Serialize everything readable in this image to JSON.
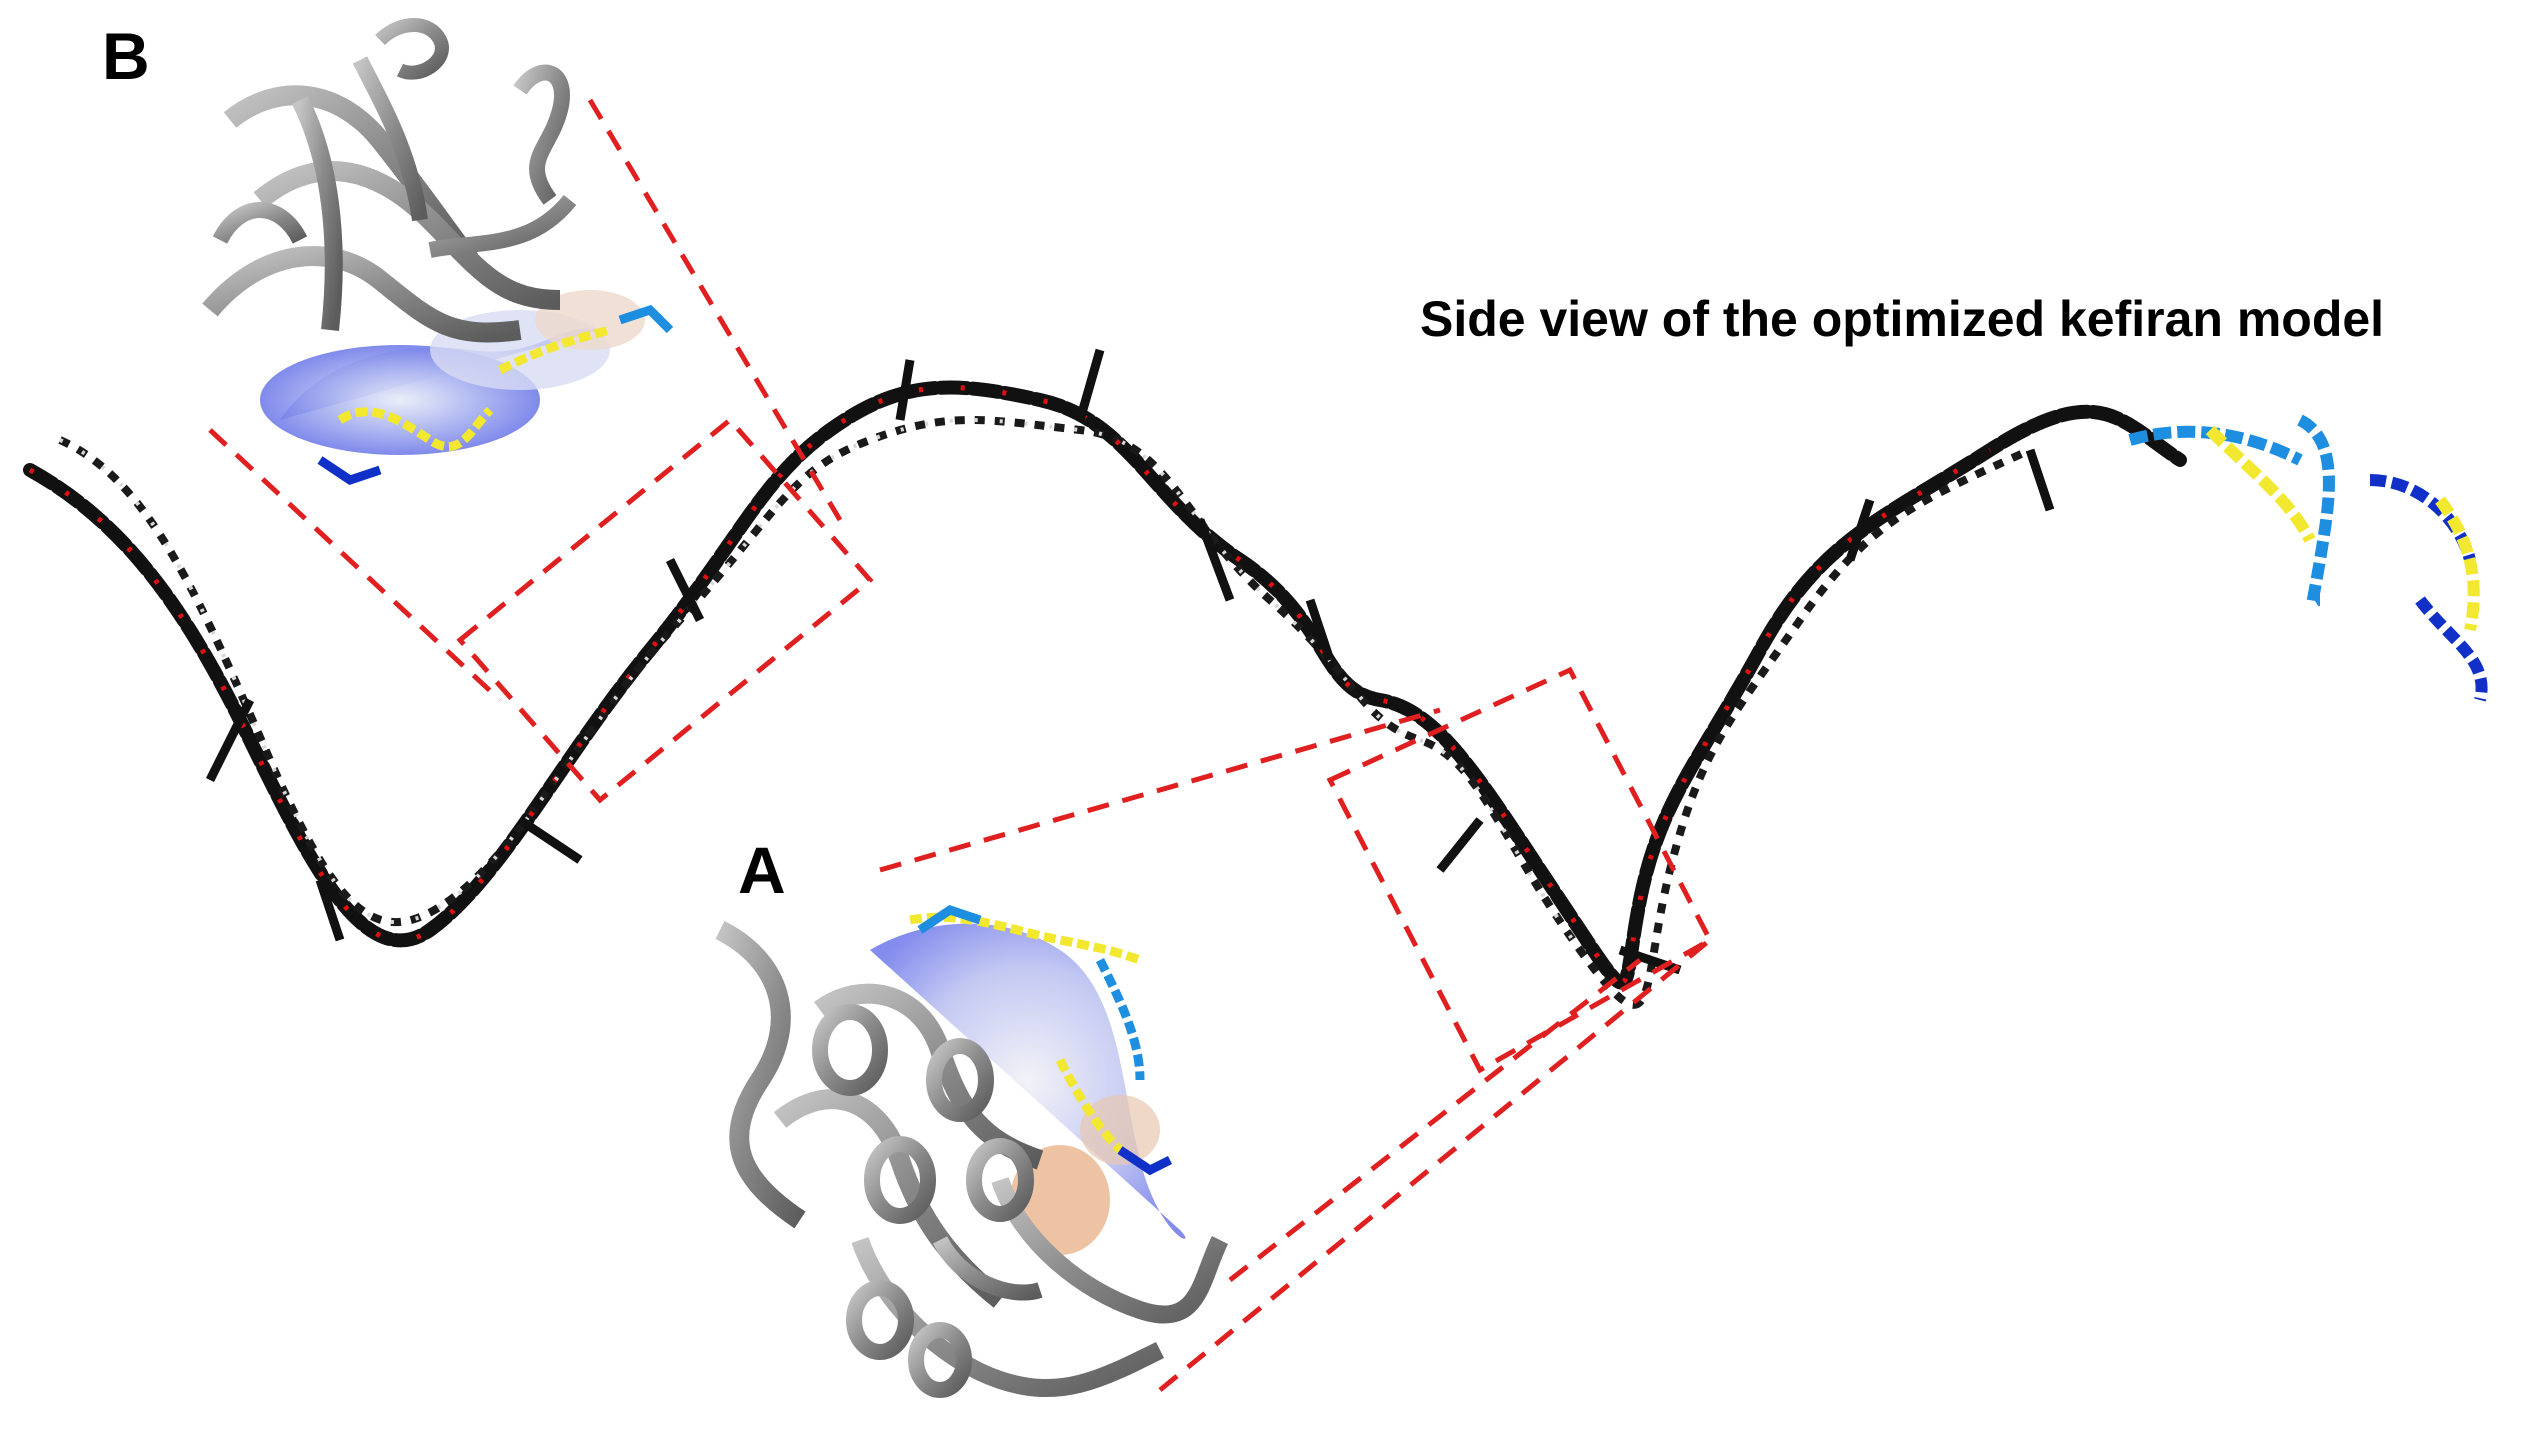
{
  "title": "Side view of the optimized kefiran model",
  "panel_labels": {
    "a": "A",
    "b": "B"
  },
  "colors": {
    "chain_bond": "#111111",
    "oxygen": "#e01010",
    "hydrogen": "#d8d8d8",
    "highlight_yellow": "#f2e830",
    "highlight_lightblue": "#1e8ee0",
    "highlight_darkblue": "#1030c8",
    "protein_ribbon": "#8c8c8c",
    "surface_blue": "#6070e8",
    "surface_peach": "#e8b48c",
    "callout_dash": "#e02020"
  },
  "icons": [
    "polysaccharide-chain",
    "protein-ribbon-a",
    "protein-ribbon-b",
    "binding-surface"
  ]
}
